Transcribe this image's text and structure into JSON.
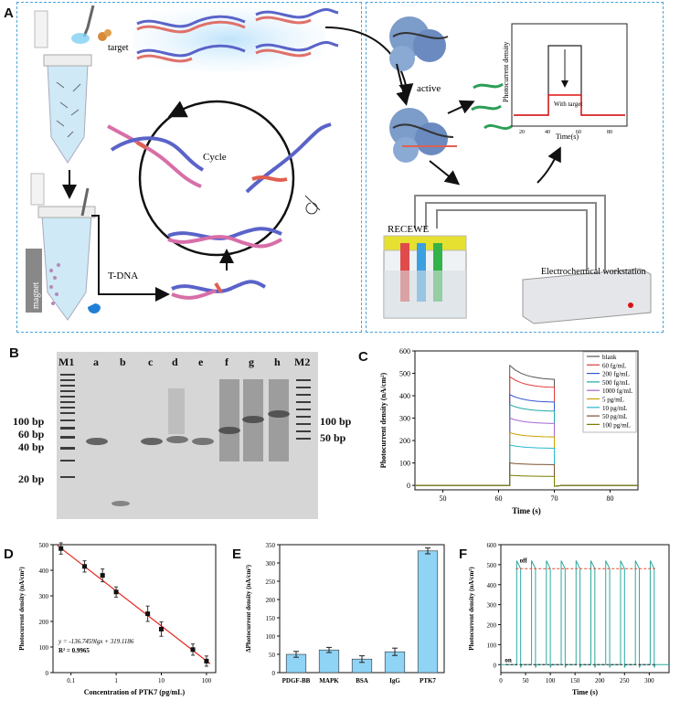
{
  "panel_letters": {
    "a": "A",
    "b": "B",
    "c": "C",
    "d": "D",
    "e": "E",
    "f": "F"
  },
  "panel_a": {
    "target": "target",
    "cycle": "Cycle",
    "t_dna": "T-DNA",
    "magnet": "magnet",
    "active": "active",
    "re_ce_we": "RECEWE",
    "workstation": "Electrochemical workstation",
    "inset_ylabel": "Photocurrent density",
    "inset_xlabel": "Time(s)",
    "inset_note": "With target",
    "inset_ticks": [
      "20",
      "40",
      "60",
      "80"
    ]
  },
  "panel_b": {
    "lanes": [
      "M1",
      "a",
      "b",
      "c",
      "d",
      "e",
      "f",
      "g",
      "h",
      "M2"
    ],
    "left_markers": [
      "100 bp",
      "60 bp",
      "40 bp",
      "20 bp"
    ],
    "right_markers": [
      "100 bp",
      "50 bp"
    ]
  },
  "colors": {
    "blank": "#555555",
    "c60fg": "#e23b3b",
    "c200fg": "#3457d6",
    "c500fg": "#1fa8a8",
    "c1000fg": "#a566d6",
    "c5pg": "#c9a000",
    "c10pg": "#2ab7d0",
    "c50pg": "#7a5230",
    "c100pg": "#7c7d00",
    "bar": "#8fd3f5",
    "fit": "#e8271f",
    "trace": "#2fa9a0",
    "dash": "#e24a33"
  },
  "chart_data": [
    {
      "id": "C",
      "type": "line",
      "xlabel": "Time (s)",
      "ylabel": "Photocurrent density (nA/cm²)",
      "xlim": [
        45,
        85
      ],
      "ylim": [
        -20,
        600
      ],
      "xticks": [
        "50",
        "60",
        "70",
        "80"
      ],
      "yticks": [
        "0",
        "100",
        "200",
        "300",
        "400",
        "500",
        "600"
      ],
      "legend_position": "top-right",
      "on": 62,
      "off": 70,
      "series": [
        {
          "name": "blank",
          "peak": 535,
          "end": 470,
          "color": "#555555"
        },
        {
          "name": "60 fg/mL",
          "peak": 485,
          "end": 435,
          "color": "#e23b3b"
        },
        {
          "name": "200 fg/mL",
          "peak": 405,
          "end": 370,
          "color": "#3457d6"
        },
        {
          "name": "500 fg/mL",
          "peak": 360,
          "end": 330,
          "color": "#1fa8a8"
        },
        {
          "name": "1000 fg/mL",
          "peak": 300,
          "end": 275,
          "color": "#a566d6"
        },
        {
          "name": "5 pg/mL",
          "peak": 235,
          "end": 215,
          "color": "#c9a000"
        },
        {
          "name": "10 pg/mL",
          "peak": 180,
          "end": 165,
          "color": "#2ab7d0"
        },
        {
          "name": "50 pg/mL",
          "peak": 100,
          "end": 92,
          "color": "#7a5230"
        },
        {
          "name": "100 pg/mL",
          "peak": 45,
          "end": 40,
          "color": "#7c7d00"
        }
      ]
    },
    {
      "id": "D",
      "type": "scatter",
      "xlabel": "Concentration of PTK7 (pg/mL)",
      "ylabel": "Photocurrent density (nA/cm²)",
      "xscale": "log",
      "xlim": [
        0.04,
        160
      ],
      "ylim": [
        0,
        500
      ],
      "xticks": [
        "0.1",
        "1",
        "10",
        "100"
      ],
      "yticks": [
        "0",
        "100",
        "200",
        "300",
        "400",
        "500"
      ],
      "x": [
        0.06,
        0.2,
        0.5,
        1,
        5,
        10,
        50,
        100
      ],
      "y": [
        485,
        415,
        380,
        315,
        230,
        170,
        90,
        45
      ],
      "err": [
        22,
        22,
        25,
        20,
        30,
        28,
        22,
        20
      ],
      "equation": "y = -136.7459lgx + 319.1186",
      "r2": "R² = 0.9965"
    },
    {
      "id": "E",
      "type": "bar",
      "ylabel": "ΔPhotocurrent density (nA/cm²)",
      "categories": [
        "PDGF-BB",
        "MAPK",
        "BSA",
        "IgG",
        "PTK7"
      ],
      "values": [
        50,
        62,
        37,
        57,
        333
      ],
      "err": [
        8,
        7,
        9,
        10,
        8
      ],
      "ylim": [
        0,
        350
      ],
      "yticks": [
        "0",
        "50",
        "100",
        "150",
        "200",
        "250",
        "300",
        "350"
      ]
    },
    {
      "id": "F",
      "type": "line",
      "xlabel": "Time (s)",
      "ylabel": "Photocurrent density (nA/cm²)",
      "xlim": [
        0,
        340
      ],
      "ylim": [
        -40,
        600
      ],
      "xticks": [
        "0",
        "50",
        "100",
        "150",
        "200",
        "250",
        "300"
      ],
      "yticks": [
        "0",
        "100",
        "200",
        "300",
        "400",
        "500",
        "600"
      ],
      "on_times": [
        32,
        62,
        92,
        122,
        152,
        182,
        212,
        242,
        272,
        302
      ],
      "pulse_width": 8,
      "peak": 520,
      "plateau": 480,
      "on_label": "on",
      "off_label": "off"
    }
  ]
}
